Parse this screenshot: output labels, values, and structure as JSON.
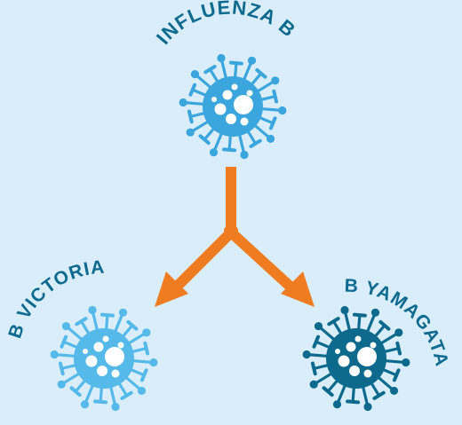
{
  "background_color": "#d9eefa",
  "arrow_color": "#f07c22",
  "nodes": {
    "top": {
      "label": "INFLUENZA B",
      "virus_color": "#3aa6dd",
      "label_color": "#0e6a8e",
      "icon": "virus-icon"
    },
    "left": {
      "label": "B VICTORIA",
      "virus_color": "#55b9ea",
      "label_color": "#0e6a8e",
      "icon": "virus-icon"
    },
    "right": {
      "label": "B YAMAGATA",
      "virus_color": "#0d6a8d",
      "label_color": "#0e6a8e",
      "icon": "virus-icon"
    }
  }
}
